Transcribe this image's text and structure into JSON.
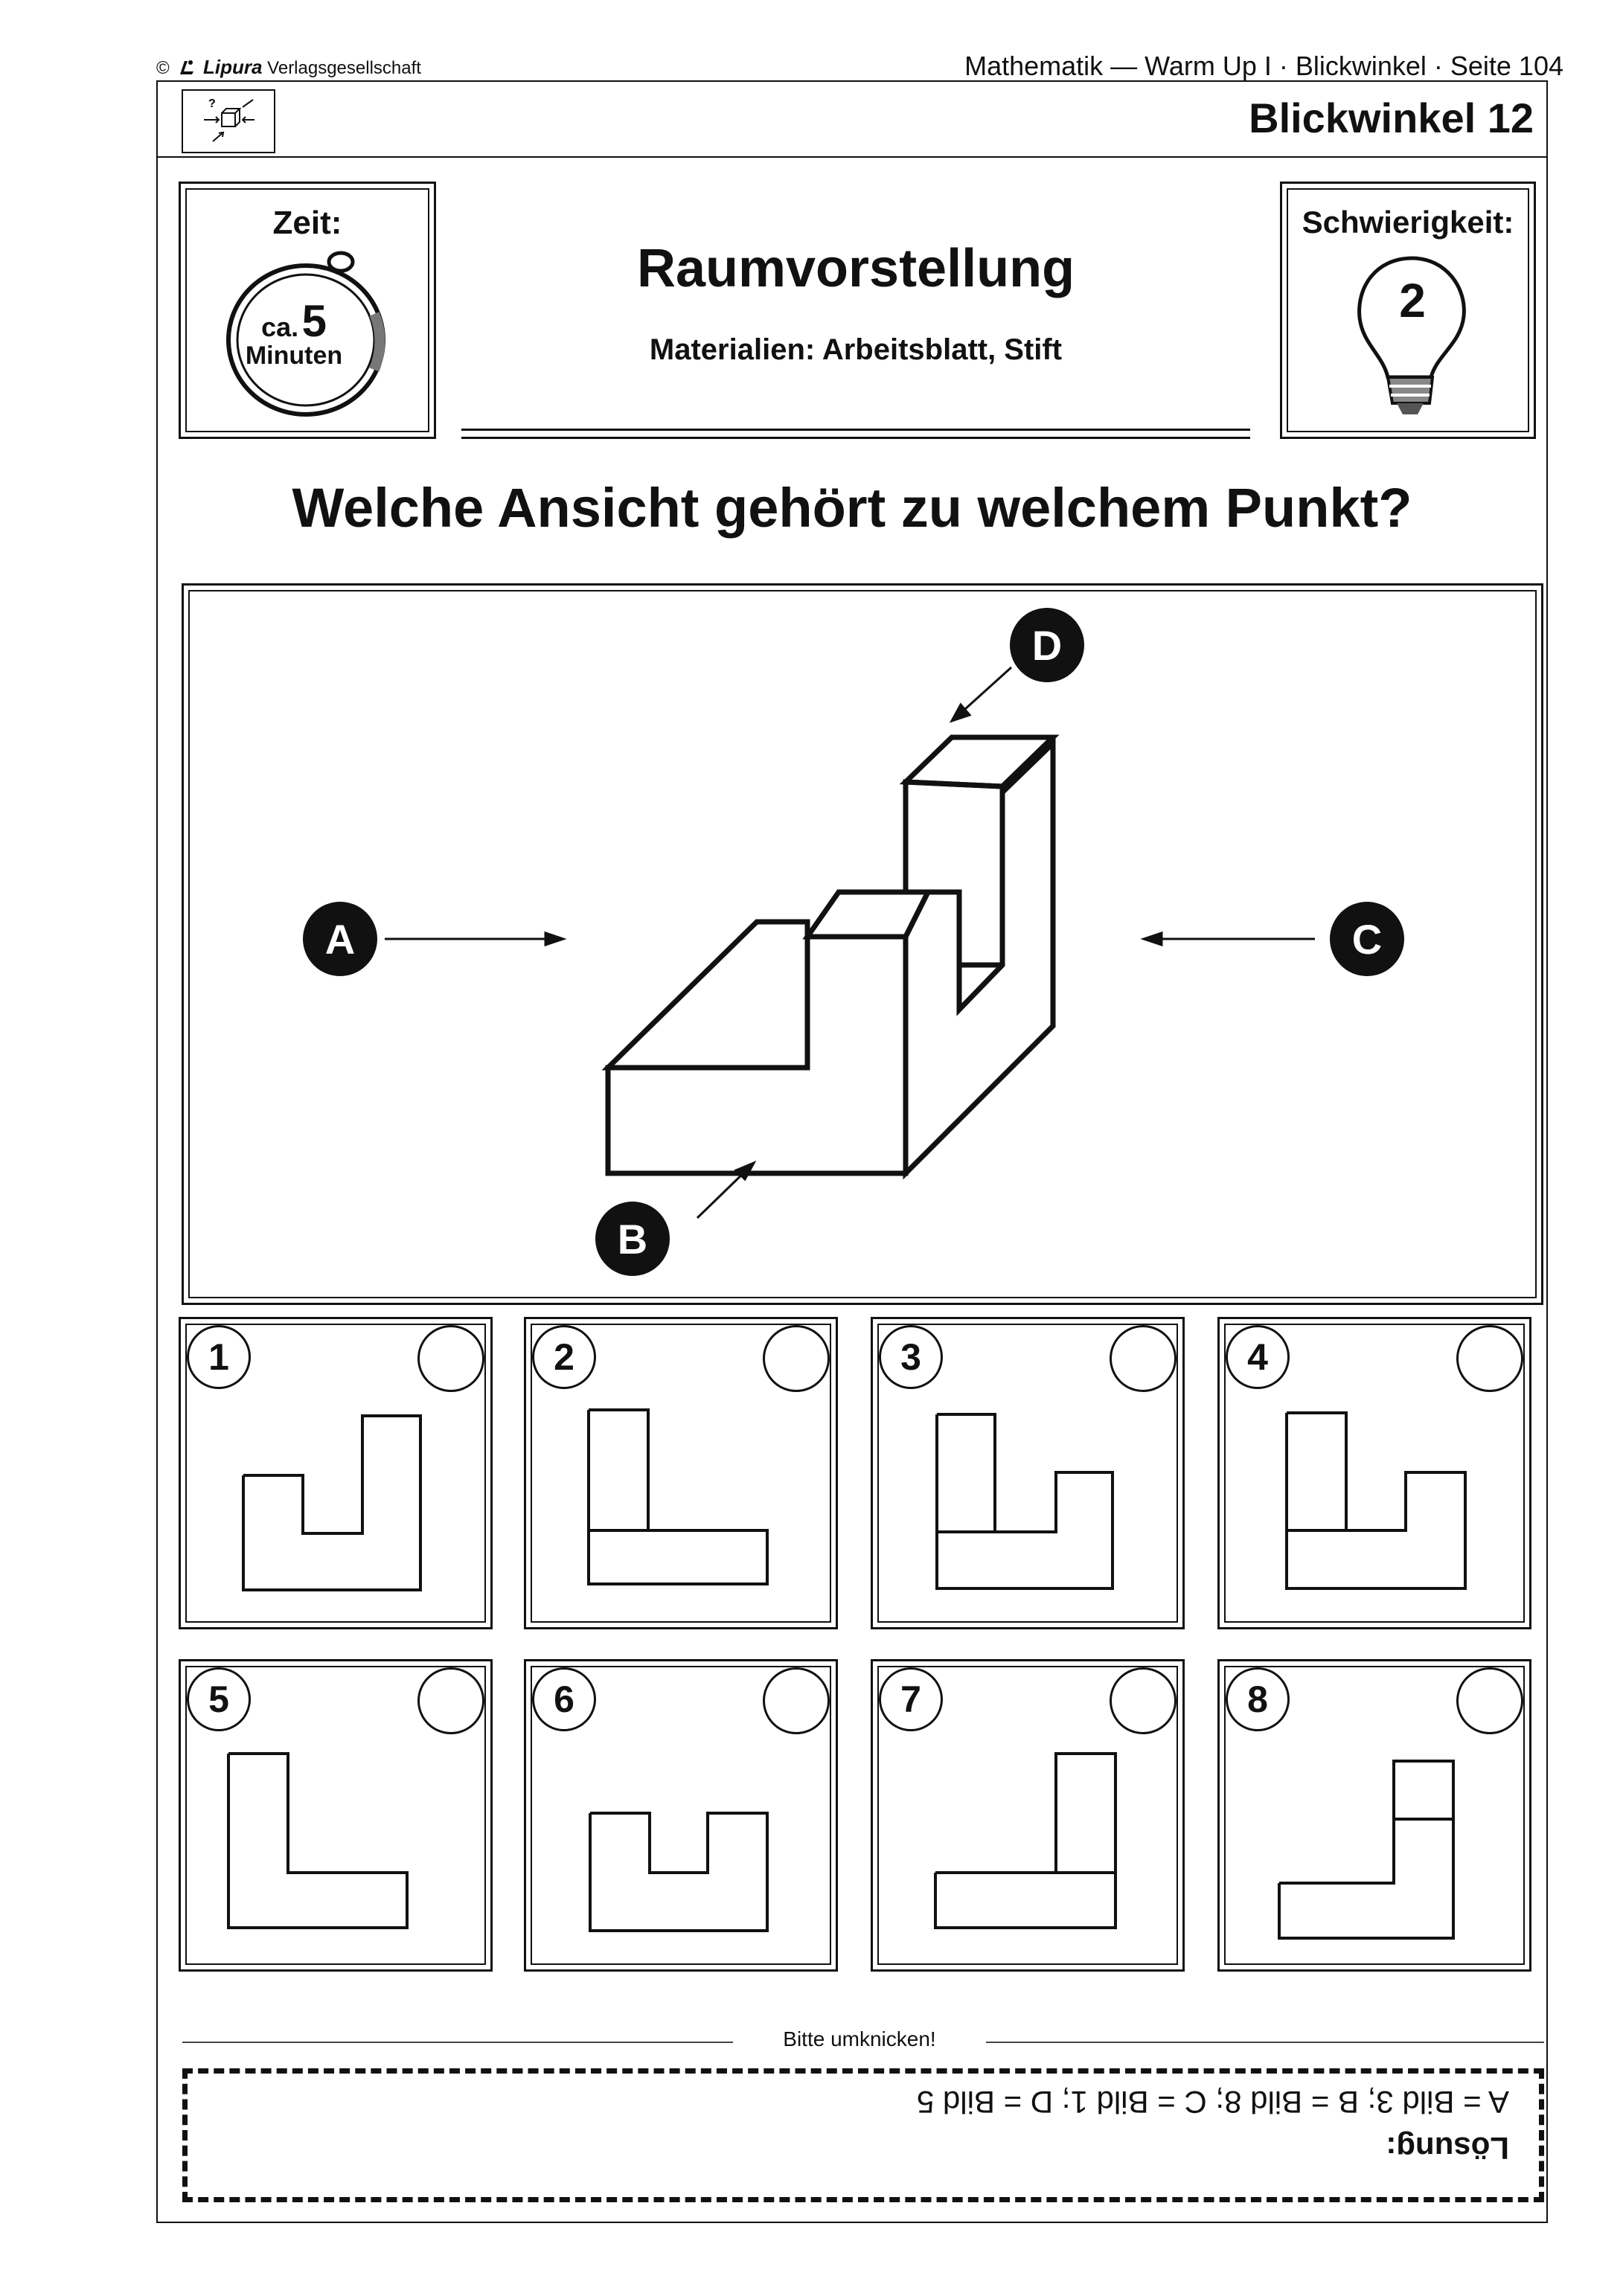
{
  "header": {
    "copyright_symbol": "©",
    "publisher_brand": "Lipura",
    "publisher_rest": "Verlagsgesellschaft",
    "breadcrumb": "Mathematik — Warm Up I · Blickwinkel · Seite 104"
  },
  "sheet": {
    "title": "Blickwinkel 12",
    "icon": "perspective-cube-icon"
  },
  "time_box": {
    "label": "Zeit:",
    "prefix": "ca.",
    "minutes": "5",
    "unit": "Minuten",
    "icon": "stopwatch-icon"
  },
  "topic": {
    "title": "Raumvorstellung",
    "materials": "Materialien: Arbeitsblatt, Stift"
  },
  "difficulty_box": {
    "label": "Schwierigkeit:",
    "level": "2",
    "icon": "lightbulb-icon"
  },
  "question": "Welche Ansicht gehört zu welchem Punkt?",
  "viewpoints": {
    "a": "A",
    "b": "B",
    "c": "C",
    "d": "D"
  },
  "options": [
    "1",
    "2",
    "3",
    "4",
    "5",
    "6",
    "7",
    "8"
  ],
  "fold_hint": "Bitte umknicken!",
  "solution": {
    "label": "Lösung:",
    "text": "A = Bild 3;  B = Bild 8;  C = Bild 1;  D = Bild 5"
  },
  "colors": {
    "ink": "#111111",
    "paper": "#ffffff",
    "bulb_base": "#888888"
  }
}
